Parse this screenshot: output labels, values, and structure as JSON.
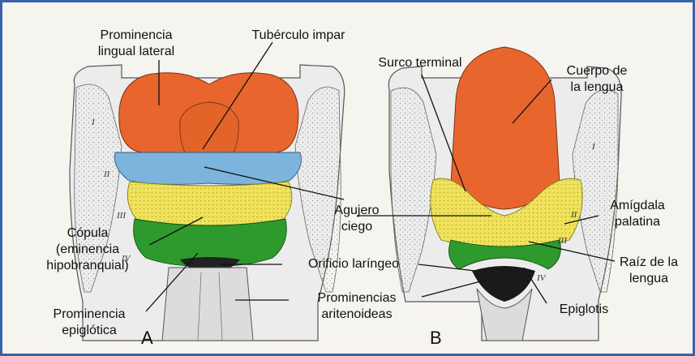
{
  "colors": {
    "frame": "#3a63a6",
    "paper": "#f6f4ee",
    "tongue_body": "#e8662e",
    "tuberculo": "#e8662e",
    "copula_blue": "#7db4de",
    "hypobranchial_yellow": "#f0e45a",
    "epiglottic_green": "#2e9a2e",
    "tissue": "#e9e9e9"
  },
  "panel_a": {
    "letter": "A",
    "labels": {
      "prominencia_lingual_lateral": [
        "Prominencia",
        "lingual lateral"
      ],
      "tuberculo_impar": "Tubérculo impar",
      "copula": [
        "Cópula",
        "(eminencia",
        "hipobranquial)"
      ],
      "prominencia_epiglotica": [
        "Prominencia",
        "epiglótica"
      ]
    },
    "arches": [
      "I",
      "II",
      "III",
      "IV"
    ]
  },
  "center": {
    "agujero_ciego": [
      "Agujero",
      "ciego"
    ],
    "orificio_laringeo": "Orificio laríngeo",
    "prominencias_aritenoideas": [
      "Prominencias",
      "aritenoideas"
    ]
  },
  "panel_b": {
    "letter": "B",
    "labels": {
      "surco_terminal": "Surco terminal",
      "cuerpo_lengua": [
        "Cuerpo de",
        "la lengua"
      ],
      "amigdala_palatina": [
        "Amígdala",
        "palatina"
      ],
      "raiz_lengua": [
        "Raíz de la",
        "lengua"
      ],
      "epiglotis": "Epiglotis"
    },
    "arches": [
      "I",
      "II",
      "III",
      "IV"
    ]
  }
}
